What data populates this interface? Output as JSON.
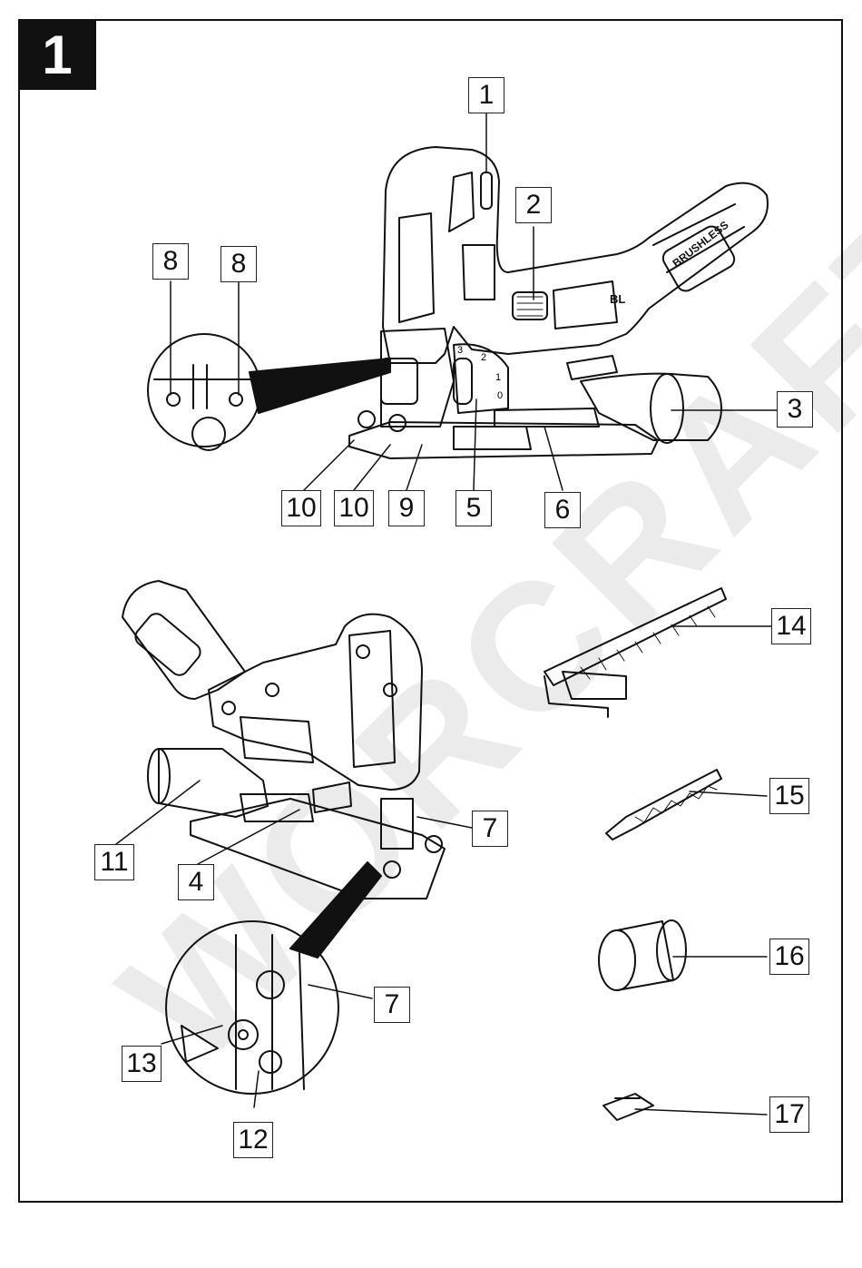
{
  "figure": {
    "number": "1"
  },
  "watermark": "WORCRAFT",
  "callouts": [
    {
      "id": "c1",
      "label": "1"
    },
    {
      "id": "c2",
      "label": "2"
    },
    {
      "id": "c3",
      "label": "3"
    },
    {
      "id": "c8a",
      "label": "8"
    },
    {
      "id": "c8b",
      "label": "8"
    },
    {
      "id": "c10a",
      "label": "10"
    },
    {
      "id": "c10b",
      "label": "10"
    },
    {
      "id": "c9",
      "label": "9"
    },
    {
      "id": "c5",
      "label": "5"
    },
    {
      "id": "c6",
      "label": "6"
    },
    {
      "id": "c14",
      "label": "14"
    },
    {
      "id": "c7a",
      "label": "7"
    },
    {
      "id": "c15",
      "label": "15"
    },
    {
      "id": "c11",
      "label": "11"
    },
    {
      "id": "c4",
      "label": "4"
    },
    {
      "id": "c16",
      "label": "16"
    },
    {
      "id": "c7b",
      "label": "7"
    },
    {
      "id": "c13",
      "label": "13"
    },
    {
      "id": "c12",
      "label": "12"
    },
    {
      "id": "c17",
      "label": "17"
    }
  ],
  "tool_markings": {
    "brand_badge": "BRUSHLESS",
    "bl_badge": "BL",
    "speed_dial": [
      "3",
      "2",
      "1",
      "0"
    ]
  },
  "colors": {
    "ink": "#111111",
    "paper": "#ffffff",
    "watermark": "#e8e8e8"
  }
}
